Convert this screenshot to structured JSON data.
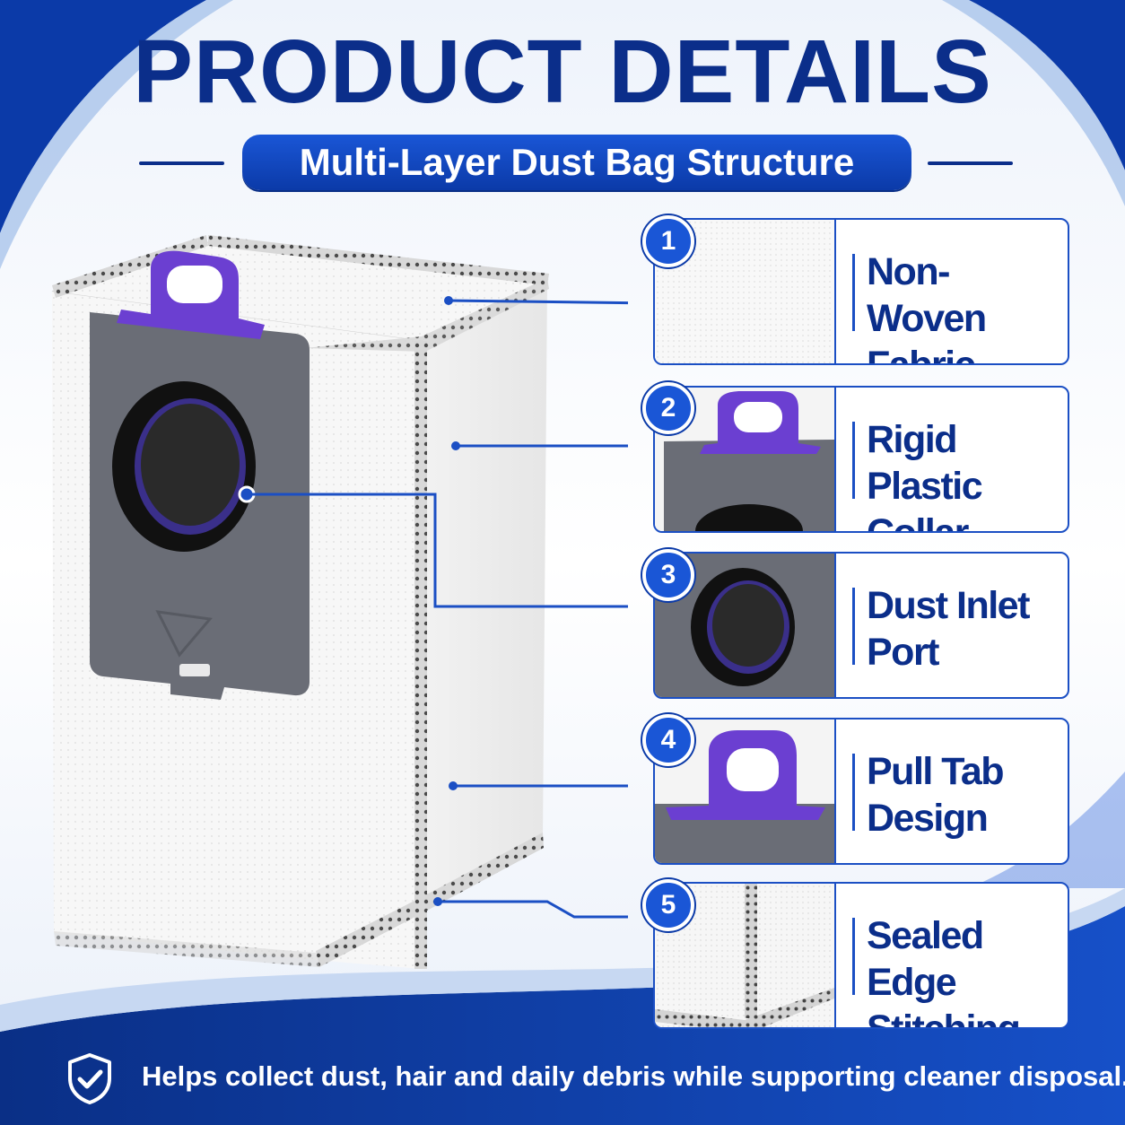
{
  "header": {
    "title": "PRODUCT DETAILS",
    "subtitle": "Multi-Layer Dust Bag Structure"
  },
  "features": [
    {
      "number": "1",
      "label_line1": "Non-Woven",
      "label_line2": "Fabric"
    },
    {
      "number": "2",
      "label_line1": "Rigid Plastic",
      "label_line2": "Collar"
    },
    {
      "number": "3",
      "label_line1": "Dust Inlet",
      "label_line2": "Port"
    },
    {
      "number": "4",
      "label_line1": "Pull Tab",
      "label_line2": "Design"
    },
    {
      "number": "5",
      "label_line1": "Sealed Edge",
      "label_line2": "Stitching"
    }
  ],
  "footer": {
    "icon": "shield-check-icon",
    "text": "Helps collect dust, hair and daily debris while supporting cleaner disposal."
  },
  "colors": {
    "brand_blue": "#0b2e8a",
    "accent_blue": "#1a56d6",
    "tab_purple": "#6b3fd1",
    "collar_gray": "#6a6d76"
  }
}
